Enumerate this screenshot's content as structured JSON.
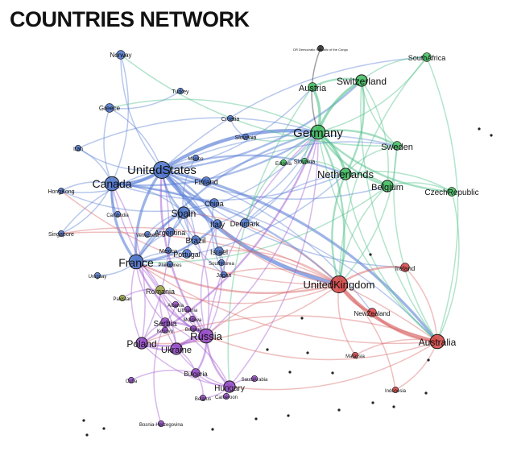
{
  "title": "COUNTRIES NETWORK",
  "palette": {
    "blue": "#4a72c9",
    "green": "#3dbb5a",
    "red": "#d64242",
    "purple": "#9146c4",
    "olive": "#9aa83a",
    "dark": "#222222",
    "edge_blue": "#5a7fd6",
    "edge_green": "#4fc088",
    "edge_red": "#d96a6a",
    "edge_purple": "#a35ad0"
  },
  "nodes": [
    {
      "id": "Norway",
      "label": "Norway",
      "group": "blue",
      "weight": 2
    },
    {
      "id": "Turkey",
      "label": "Turkey",
      "group": "blue",
      "weight": 1
    },
    {
      "id": "Greece",
      "label": "Greece",
      "group": "blue",
      "weight": 2
    },
    {
      "id": "Croatia",
      "label": "Croatia",
      "group": "blue",
      "weight": 1
    },
    {
      "id": "Slovenia",
      "label": "Slovenia",
      "group": "blue",
      "weight": 1
    },
    {
      "id": "Iran",
      "label": "Iran",
      "group": "blue",
      "weight": 1
    },
    {
      "id": "Mexico",
      "label": "Mexico",
      "group": "blue",
      "weight": 1
    },
    {
      "id": "UnitedStates",
      "label": "UnitedStates",
      "group": "blue",
      "weight": 5
    },
    {
      "id": "Finland",
      "label": "Finland",
      "group": "blue",
      "weight": 2
    },
    {
      "id": "Canada",
      "label": "Canada",
      "group": "blue",
      "weight": 4
    },
    {
      "id": "HongKong",
      "label": "HongKong",
      "group": "blue",
      "weight": 1
    },
    {
      "id": "China",
      "label": "China",
      "group": "blue",
      "weight": 2
    },
    {
      "id": "Spain",
      "label": "Spain",
      "group": "blue",
      "weight": 3
    },
    {
      "id": "Cambodia",
      "label": "Cambodia",
      "group": "blue",
      "weight": 1
    },
    {
      "id": "Italy",
      "label": "Italy",
      "group": "blue",
      "weight": 2
    },
    {
      "id": "Denmark",
      "label": "Denmark",
      "group": "blue",
      "weight": 2
    },
    {
      "id": "Venezuela",
      "label": "Venezuela",
      "group": "blue",
      "weight": 1
    },
    {
      "id": "Argentina",
      "label": "Argentina",
      "group": "blue",
      "weight": 2
    },
    {
      "id": "Singapore",
      "label": "Singapore",
      "group": "blue",
      "weight": 1
    },
    {
      "id": "Brazil",
      "label": "Brazil",
      "group": "blue",
      "weight": 2
    },
    {
      "id": "Mexico2",
      "label": "Mexico",
      "group": "blue",
      "weight": 1
    },
    {
      "id": "Portugal",
      "label": "Portugal",
      "group": "blue",
      "weight": 2
    },
    {
      "id": "Israel",
      "label": "Israel",
      "group": "blue",
      "weight": 2
    },
    {
      "id": "France",
      "label": "France",
      "group": "blue",
      "weight": 4
    },
    {
      "id": "Philippines",
      "label": "Philippines",
      "group": "blue",
      "weight": 1
    },
    {
      "id": "SouthKorea",
      "label": "SouthKorea",
      "group": "blue",
      "weight": 1
    },
    {
      "id": "Japan",
      "label": "Japan",
      "group": "blue",
      "weight": 1
    },
    {
      "id": "Uruguay",
      "label": "Uruguay",
      "group": "blue",
      "weight": 1
    },
    {
      "id": "DRCongo",
      "label": "DR Democratic Republic of the Congo",
      "group": "dark",
      "weight": 1
    },
    {
      "id": "SouthAfrica",
      "label": "SouthAfrica",
      "group": "green",
      "weight": 2
    },
    {
      "id": "Austria",
      "label": "Austria",
      "group": "green",
      "weight": 2
    },
    {
      "id": "Switzerland",
      "label": "Switzerland",
      "group": "green",
      "weight": 3
    },
    {
      "id": "Germany",
      "label": "Germany",
      "group": "green",
      "weight": 4
    },
    {
      "id": "Sweden",
      "label": "Sweden",
      "group": "green",
      "weight": 2
    },
    {
      "id": "Estonia",
      "label": "Estonia",
      "group": "green",
      "weight": 1
    },
    {
      "id": "Slovakia",
      "label": "Slovakia",
      "group": "green",
      "weight": 1
    },
    {
      "id": "Netherlands",
      "label": "Netherlands",
      "group": "green",
      "weight": 3
    },
    {
      "id": "Belgium",
      "label": "Belgium",
      "group": "green",
      "weight": 3
    },
    {
      "id": "CzechRepublic",
      "label": "CzechRepublic",
      "group": "green",
      "weight": 2
    },
    {
      "id": "Ireland",
      "label": "Ireland",
      "group": "red",
      "weight": 2
    },
    {
      "id": "UnitedKingdom",
      "label": "UnitedKingdom",
      "group": "red",
      "weight": 5
    },
    {
      "id": "NewZealand",
      "label": "NewZealand",
      "group": "red",
      "weight": 2
    },
    {
      "id": "Australia",
      "label": "Australia",
      "group": "red",
      "weight": 4
    },
    {
      "id": "Malaysia",
      "label": "Malaysia",
      "group": "red",
      "weight": 1
    },
    {
      "id": "Indonesia",
      "label": "Indonesia",
      "group": "red",
      "weight": 1
    },
    {
      "id": "Romania",
      "label": "Romania",
      "group": "olive",
      "weight": 2
    },
    {
      "id": "Pakistan",
      "label": "Pakistan",
      "group": "olive",
      "weight": 1
    },
    {
      "id": "Albania",
      "label": "Albania",
      "group": "purple",
      "weight": 1
    },
    {
      "id": "Lithuania",
      "label": "Lithuania",
      "group": "purple",
      "weight": 1
    },
    {
      "id": "Moldova",
      "label": "Moldova",
      "group": "purple",
      "weight": 1
    },
    {
      "id": "Serbia",
      "label": "Serbia",
      "group": "purple",
      "weight": 2
    },
    {
      "id": "Belarus",
      "label": "Belarus",
      "group": "purple",
      "weight": 1
    },
    {
      "id": "Russia",
      "label": "Russia",
      "group": "purple",
      "weight": 4
    },
    {
      "id": "Poland",
      "label": "Poland",
      "group": "purple",
      "weight": 3
    },
    {
      "id": "Ukraine",
      "label": "Ukraine",
      "group": "purple",
      "weight": 3
    },
    {
      "id": "Kosovo",
      "label": "Kosovo",
      "group": "purple",
      "weight": 1
    },
    {
      "id": "Bulgaria",
      "label": "Bulgaria",
      "group": "purple",
      "weight": 2
    },
    {
      "id": "Hungary",
      "label": "Hungary",
      "group": "purple",
      "weight": 3
    },
    {
      "id": "SaudiArabia",
      "label": "SaudiArabia",
      "group": "purple",
      "weight": 1
    },
    {
      "id": "Belarus2",
      "label": "Belarus",
      "group": "purple",
      "weight": 1
    },
    {
      "id": "Cameroon",
      "label": "Cameroon",
      "group": "purple",
      "weight": 1
    },
    {
      "id": "Cuba",
      "label": "Cuba",
      "group": "purple",
      "weight": 1
    },
    {
      "id": "BosniaHerzegovina",
      "label": "Bosnia-Herzegovina",
      "group": "purple",
      "weight": 1
    }
  ],
  "edges": [
    [
      "UnitedStates",
      "Canada",
      "blue",
      4
    ],
    [
      "UnitedStates",
      "UnitedKingdom",
      "blue",
      5
    ],
    [
      "UnitedStates",
      "Germany",
      "blue",
      4
    ],
    [
      "UnitedStates",
      "France",
      "blue",
      3
    ],
    [
      "UnitedStates",
      "Australia",
      "blue",
      3
    ],
    [
      "UnitedStates",
      "Spain",
      "blue",
      2
    ],
    [
      "UnitedStates",
      "Norway",
      "blue",
      1
    ],
    [
      "UnitedStates",
      "Greece",
      "blue",
      1
    ],
    [
      "UnitedStates",
      "Netherlands",
      "blue",
      2
    ],
    [
      "UnitedStates",
      "Switzerland",
      "blue",
      2
    ],
    [
      "UnitedStates",
      "Sweden",
      "blue",
      1
    ],
    [
      "UnitedStates",
      "Austria",
      "blue",
      1
    ],
    [
      "UnitedStates",
      "Italy",
      "blue",
      2
    ],
    [
      "UnitedStates",
      "China",
      "blue",
      2
    ],
    [
      "UnitedStates",
      "Brazil",
      "blue",
      1
    ],
    [
      "UnitedStates",
      "Japan",
      "blue",
      1
    ],
    [
      "UnitedStates",
      "Israel",
      "blue",
      1
    ],
    [
      "UnitedStates",
      "Russia",
      "purple",
      2
    ],
    [
      "UnitedStates",
      "Poland",
      "purple",
      1
    ],
    [
      "UnitedStates",
      "Singapore",
      "blue",
      1
    ],
    [
      "UnitedStates",
      "HongKong",
      "blue",
      1
    ],
    [
      "UnitedStates",
      "Belgium",
      "blue",
      1
    ],
    [
      "UnitedStates",
      "SouthAfrica",
      "blue",
      1
    ],
    [
      "UnitedStates",
      "Finland",
      "blue",
      1
    ],
    [
      "UnitedStates",
      "Iran",
      "blue",
      1
    ],
    [
      "UnitedStates",
      "Ireland",
      "blue",
      1
    ],
    [
      "UnitedStates",
      "NewZealand",
      "blue",
      1
    ],
    [
      "Canada",
      "France",
      "blue",
      3
    ],
    [
      "Canada",
      "UnitedKingdom",
      "blue",
      2
    ],
    [
      "Canada",
      "Germany",
      "blue",
      2
    ],
    [
      "Canada",
      "Australia",
      "blue",
      1
    ],
    [
      "Canada",
      "Norway",
      "blue",
      1
    ],
    [
      "Canada",
      "Greece",
      "blue",
      1
    ],
    [
      "Canada",
      "Iran",
      "blue",
      1
    ],
    [
      "Canada",
      "Singapore",
      "blue",
      1
    ],
    [
      "Canada",
      "HongKong",
      "blue",
      1
    ],
    [
      "Canada",
      "Spain",
      "blue",
      1
    ],
    [
      "Canada",
      "Netherlands",
      "blue",
      1
    ],
    [
      "Germany",
      "Switzerland",
      "green",
      3
    ],
    [
      "Germany",
      "Austria",
      "green",
      3
    ],
    [
      "Germany",
      "Netherlands",
      "green",
      3
    ],
    [
      "Germany",
      "Belgium",
      "green",
      2
    ],
    [
      "Germany",
      "Sweden",
      "green",
      2
    ],
    [
      "Germany",
      "CzechRepublic",
      "green",
      2
    ],
    [
      "Germany",
      "UnitedKingdom",
      "green",
      2
    ],
    [
      "Germany",
      "France",
      "blue",
      2
    ],
    [
      "Germany",
      "Poland",
      "purple",
      2
    ],
    [
      "Germany",
      "Russia",
      "purple",
      1
    ],
    [
      "Germany",
      "Italy",
      "blue",
      1
    ],
    [
      "Germany",
      "SouthAfrica",
      "green",
      1
    ],
    [
      "Germany",
      "Estonia",
      "green",
      1
    ],
    [
      "Germany",
      "Slovakia",
      "green",
      1
    ],
    [
      "Germany",
      "Hungary",
      "purple",
      1
    ],
    [
      "Germany",
      "Australia",
      "green",
      1
    ],
    [
      "Germany",
      "Spain",
      "blue",
      1
    ],
    [
      "Germany",
      "Denmark",
      "green",
      1
    ],
    [
      "Switzerland",
      "Netherlands",
      "green",
      2
    ],
    [
      "Switzerland",
      "Austria",
      "green",
      2
    ],
    [
      "Switzerland",
      "Belgium",
      "green",
      1
    ],
    [
      "Switzerland",
      "Sweden",
      "green",
      1
    ],
    [
      "Switzerland",
      "SouthAfrica",
      "green",
      1
    ],
    [
      "Switzerland",
      "Australia",
      "green",
      1
    ],
    [
      "Netherlands",
      "Belgium",
      "green",
      2
    ],
    [
      "Netherlands",
      "UnitedKingdom",
      "green",
      2
    ],
    [
      "Netherlands",
      "Sweden",
      "green",
      1
    ],
    [
      "Netherlands",
      "Australia",
      "green",
      1
    ],
    [
      "Netherlands",
      "CzechRepublic",
      "green",
      1
    ],
    [
      "Netherlands",
      "Slovakia",
      "green",
      1
    ],
    [
      "Belgium",
      "CzechRepublic",
      "green",
      1
    ],
    [
      "Belgium",
      "UnitedKingdom",
      "green",
      1
    ],
    [
      "Belgium",
      "France",
      "green",
      1
    ],
    [
      "Sweden",
      "Australia",
      "green",
      1
    ],
    [
      "Sweden",
      "UnitedKingdom",
      "green",
      1
    ],
    [
      "Austria",
      "Hungary",
      "green",
      1
    ],
    [
      "SouthAfrica",
      "Australia",
      "green",
      1
    ],
    [
      "SouthAfrica",
      "UnitedKingdom",
      "green",
      1
    ],
    [
      "CzechRepublic",
      "Australia",
      "green",
      1
    ],
    [
      "UnitedKingdom",
      "Australia",
      "red",
      4
    ],
    [
      "UnitedKingdom",
      "Ireland",
      "red",
      2
    ],
    [
      "UnitedKingdom",
      "NewZealand",
      "red",
      2
    ],
    [
      "UnitedKingdom",
      "France",
      "red",
      2
    ],
    [
      "UnitedKingdom",
      "Spain",
      "red",
      1
    ],
    [
      "UnitedKingdom",
      "Italy",
      "red",
      1
    ],
    [
      "UnitedKingdom",
      "Malaysia",
      "red",
      1
    ],
    [
      "UnitedKingdom",
      "Indonesia",
      "red",
      1
    ],
    [
      "UnitedKingdom",
      "Russia",
      "red",
      1
    ],
    [
      "UnitedKingdom",
      "Poland",
      "red",
      1
    ],
    [
      "UnitedKingdom",
      "Japan",
      "red",
      1
    ],
    [
      "UnitedKingdom",
      "Romania",
      "red",
      1
    ],
    [
      "UnitedKingdom",
      "Singapore",
      "red",
      1
    ],
    [
      "UnitedKingdom",
      "HongKong",
      "red",
      1
    ],
    [
      "UnitedKingdom",
      "Israel",
      "red",
      1
    ],
    [
      "Australia",
      "NewZealand",
      "red",
      2
    ],
    [
      "Australia",
      "Ireland",
      "red",
      1
    ],
    [
      "Australia",
      "France",
      "red",
      1
    ],
    [
      "Australia",
      "Malaysia",
      "red",
      1
    ],
    [
      "Australia",
      "Indonesia",
      "red",
      1
    ],
    [
      "Australia",
      "Poland",
      "red",
      1
    ],
    [
      "Australia",
      "Hungary",
      "red",
      1
    ],
    [
      "Australia",
      "Singapore",
      "red",
      1
    ],
    [
      "Australia",
      "Russia",
      "red",
      1
    ],
    [
      "Russia",
      "Ukraine",
      "purple",
      3
    ],
    [
      "Russia",
      "Poland",
      "purple",
      2
    ],
    [
      "Russia",
      "Serbia",
      "purple",
      2
    ],
    [
      "Russia",
      "Bulgaria",
      "purple",
      2
    ],
    [
      "Russia",
      "Hungary",
      "purple",
      2
    ],
    [
      "Russia",
      "Romania",
      "purple",
      1
    ],
    [
      "Russia",
      "Belarus",
      "purple",
      1
    ],
    [
      "Russia",
      "Moldova",
      "purple",
      1
    ],
    [
      "Russia",
      "Lithuania",
      "purple",
      1
    ],
    [
      "Russia",
      "France",
      "purple",
      2
    ],
    [
      "Russia",
      "Spain",
      "purple",
      1
    ],
    [
      "Russia",
      "Italy",
      "purple",
      1
    ],
    [
      "Russia",
      "Israel",
      "purple",
      1
    ],
    [
      "Russia",
      "Canada",
      "purple",
      1
    ],
    [
      "Russia",
      "Germany",
      "purple",
      1
    ],
    [
      "Ukraine",
      "Poland",
      "purple",
      2
    ],
    [
      "Ukraine",
      "Hungary",
      "purple",
      1
    ],
    [
      "Ukraine",
      "Bulgaria",
      "purple",
      1
    ],
    [
      "Ukraine",
      "Serbia",
      "purple",
      1
    ],
    [
      "Ukraine",
      "Romania",
      "purple",
      1
    ],
    [
      "Ukraine",
      "France",
      "purple",
      1
    ],
    [
      "Poland",
      "Serbia",
      "purple",
      1
    ],
    [
      "Poland",
      "Hungary",
      "purple",
      1
    ],
    [
      "Poland",
      "France",
      "purple",
      1
    ],
    [
      "Poland",
      "Canada",
      "purple",
      1
    ],
    [
      "Hungary",
      "Bulgaria",
      "purple",
      1
    ],
    [
      "Hungary",
      "Serbia",
      "purple",
      1
    ],
    [
      "Hungary",
      "SaudiArabia",
      "purple",
      1
    ],
    [
      "Hungary",
      "Cameroon",
      "purple",
      1
    ],
    [
      "Hungary",
      "Belarus2",
      "purple",
      1
    ],
    [
      "Serbia",
      "BosniaHerzegovina",
      "purple",
      1
    ],
    [
      "Serbia",
      "Kosovo",
      "purple",
      1
    ],
    [
      "Serbia",
      "Albania",
      "purple",
      1
    ],
    [
      "Bulgaria",
      "Belarus2",
      "purple",
      1
    ],
    [
      "Bulgaria",
      "Cuba",
      "purple",
      1
    ],
    [
      "Romania",
      "Moldova",
      "purple",
      1
    ],
    [
      "Romania",
      "Pakistan",
      "purple",
      1
    ],
    [
      "France",
      "Spain",
      "blue",
      2
    ],
    [
      "France",
      "Italy",
      "blue",
      2
    ],
    [
      "France",
      "Portugal",
      "blue",
      1
    ],
    [
      "France",
      "Brazil",
      "blue",
      1
    ],
    [
      "France",
      "Argentina",
      "blue",
      1
    ],
    [
      "France",
      "Philippines",
      "blue",
      1
    ],
    [
      "France",
      "Uruguay",
      "blue",
      1
    ],
    [
      "France",
      "Serbia",
      "purple",
      1
    ],
    [
      "France",
      "Romania",
      "purple",
      1
    ],
    [
      "France",
      "Netherlands",
      "blue",
      1
    ],
    [
      "Spain",
      "Argentina",
      "blue",
      2
    ],
    [
      "Spain",
      "Mexico2",
      "blue",
      1
    ],
    [
      "Spain",
      "Italy",
      "blue",
      1
    ],
    [
      "Spain",
      "Brazil",
      "blue",
      1
    ],
    [
      "Spain",
      "Portugal",
      "blue",
      1
    ],
    [
      "Spain",
      "Venezuela",
      "blue",
      1
    ],
    [
      "Italy",
      "Brazil",
      "blue",
      1
    ],
    [
      "Italy",
      "Israel",
      "blue",
      1
    ],
    [
      "China",
      "HongKong",
      "blue",
      1
    ],
    [
      "China",
      "Japan",
      "blue",
      1
    ],
    [
      "Denmark",
      "Netherlands",
      "blue",
      1
    ],
    [
      "Denmark",
      "Germany",
      "blue",
      1
    ],
    [
      "Finland",
      "Sweden",
      "blue",
      1
    ],
    [
      "Croatia",
      "Slovenia",
      "blue",
      1
    ],
    [
      "Turkey",
      "Greece",
      "blue",
      1
    ],
    [
      "Mexico",
      "Spain",
      "blue",
      1
    ],
    [
      "Israel",
      "Japan",
      "blue",
      1
    ],
    [
      "SouthKorea",
      "Japan",
      "blue",
      1
    ],
    [
      "Cambodia",
      "Canada",
      "blue",
      1
    ],
    [
      "Norway",
      "Sweden",
      "green",
      1
    ],
    [
      "Greece",
      "Germany",
      "green",
      1
    ],
    [
      "DRCongo",
      "Germany",
      "dark",
      1
    ],
    [
      "Iran",
      "Germany",
      "blue",
      1
    ],
    [
      "Slovenia",
      "Germany",
      "green",
      1
    ]
  ]
}
